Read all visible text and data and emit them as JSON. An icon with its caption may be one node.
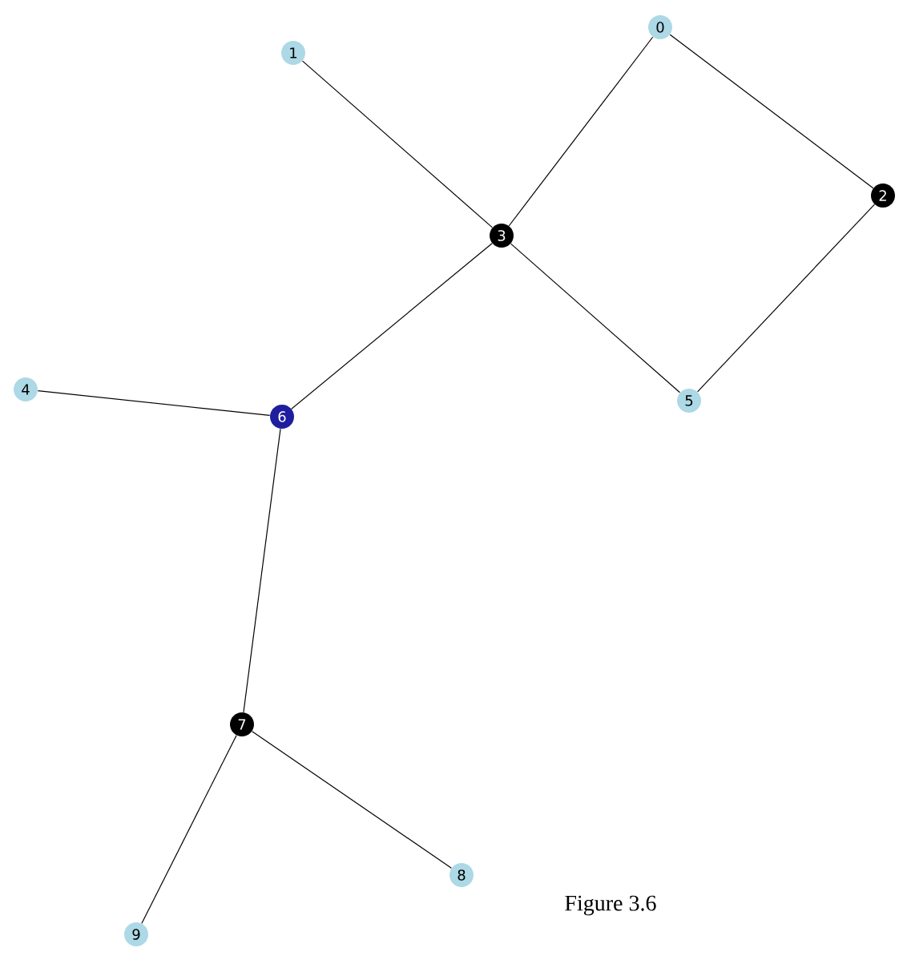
{
  "diagram": {
    "caption": "Figure 3.6",
    "nodes": [
      {
        "text": [
          "0"
        ]
      },
      {
        "text": [
          "1"
        ]
      },
      {
        "text": [
          "2"
        ]
      },
      {
        "text": [
          "3"
        ]
      },
      {
        "text": [
          "4"
        ]
      },
      {
        "text": [
          "5"
        ]
      },
      {
        "text": [
          "6"
        ]
      },
      {
        "text": [
          "7"
        ]
      },
      {
        "text": [
          "8"
        ]
      },
      {
        "text": [
          "9"
        ]
      }
    ],
    "edges": [
      {
        "from": 1,
        "to": 3,
        "arrow": "none"
      },
      {
        "from": 0,
        "to": 3,
        "arrow": "none"
      },
      {
        "from": 0,
        "to": 2,
        "arrow": "none"
      },
      {
        "from": 2,
        "to": 5,
        "arrow": "none"
      },
      {
        "from": 3,
        "to": 5,
        "arrow": "none"
      },
      {
        "from": 3,
        "to": 6,
        "arrow": "none"
      },
      {
        "from": 4,
        "to": 6,
        "arrow": "none"
      },
      {
        "from": 6,
        "to": 7,
        "arrow": "none"
      },
      {
        "from": 7,
        "to": 9,
        "arrow": "none"
      },
      {
        "from": 7,
        "to": 8,
        "arrow": "none"
      }
    ]
  }
}
